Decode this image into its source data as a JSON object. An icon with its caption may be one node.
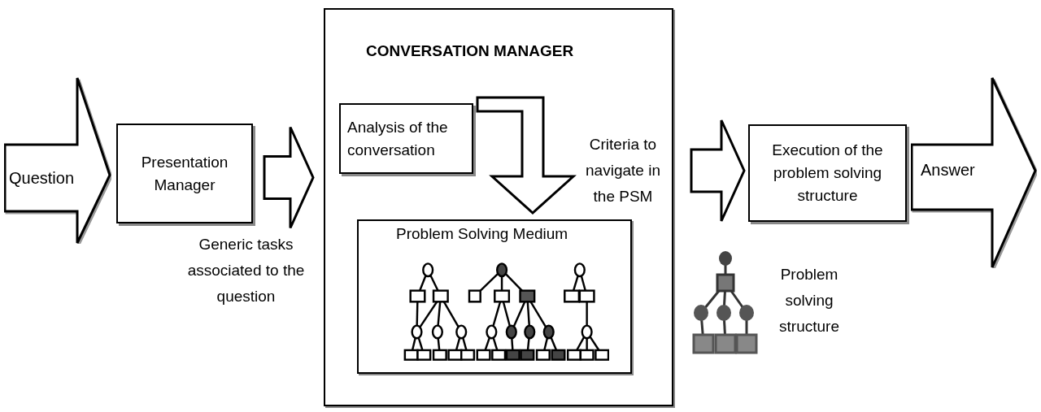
{
  "diagram": {
    "nodes": [
      {
        "text": [
          "Question"
        ]
      },
      {
        "text": [
          "Presentation Manager"
        ],
        "beside": [
          "Generic tasks associated to the question"
        ]
      },
      {
        "text": [
          "CONVERSATION MANAGER"
        ]
      },
      {
        "text": [
          "Analysis of the conversation"
        ],
        "in": 2
      },
      {
        "text": [
          "Problem Solving Medium"
        ],
        "in": 2
      },
      {
        "text": [
          "Execution of the problem solving structure"
        ]
      },
      {
        "text": [
          "Answer"
        ]
      }
    ],
    "edges": [
      {
        "from": 1,
        "to": 2,
        "arrow": "to"
      },
      {
        "from": 3,
        "to": 4,
        "arrow": "to"
      },
      {
        "from": 2,
        "to": 5,
        "arrow": "to"
      }
    ],
    "labels": [
      "Criteria to navigate in the PSM",
      "Problem solving structure"
    ]
  }
}
